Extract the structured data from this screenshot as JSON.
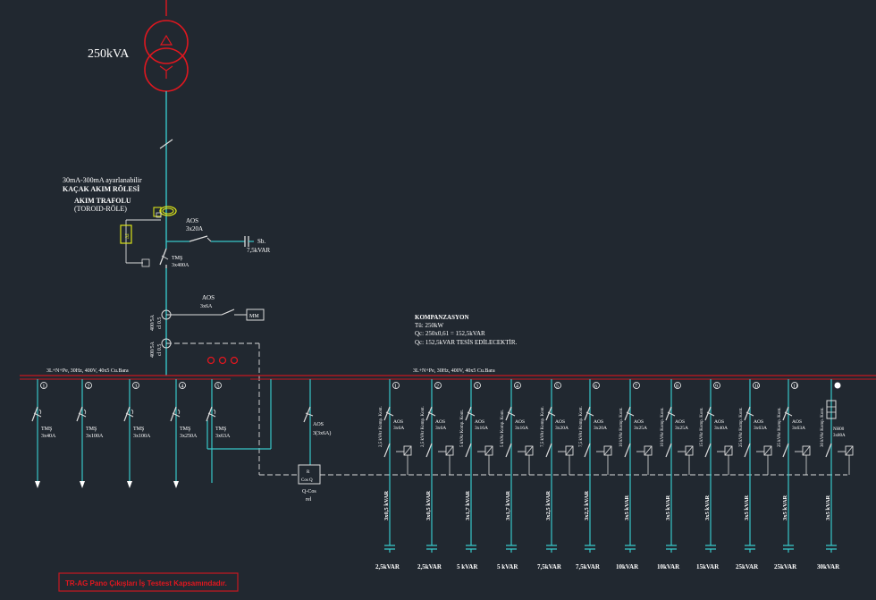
{
  "colors": {
    "background": "#212830",
    "feeder": "#38c6c8",
    "busbar": "#c8171f",
    "transformer": "#e0171f",
    "text": "#ffffff",
    "note_border": "#c8171f",
    "note_text": "#e0171f",
    "rcd_yellow": "#d9e21a",
    "hook": "#9aa2a8"
  },
  "transformer": {
    "rating": "250kVA"
  },
  "rcd": {
    "line1": "30mA-300mA ayarlanabilir",
    "line2": "KAÇAK AKIM RÖLESİ",
    "line3": "AKIM TRAFOLU",
    "line4": "(TOROID-RÖLE)"
  },
  "main_aos": {
    "label": "AOS",
    "rating": "3x20A"
  },
  "main_cap": {
    "label": "Sb.",
    "rating": "7,5kVAR"
  },
  "main_tms": {
    "label": "TMŞ",
    "rating": "3x400A"
  },
  "aux_aos": {
    "label": "AOS",
    "rating": "3x6A"
  },
  "meter_label": "MM",
  "ct1_label": "400/5A",
  "ct1_sub": "cl 0.5",
  "ct2_label": "400/5A",
  "ct2_sub": "cl 0.5",
  "kompanzasyon": {
    "title": "KOMPANZASYON",
    "line1": "Tü: 250kW",
    "line2": "Qc: 250x0,61 = 152,5kVAR",
    "line3": "Qc: 152,5kVAR TESİS EDİLECEKTİR."
  },
  "bus_left_label": "3L+N+Pe, 30Hz, 400V, 40x5 Cu.Bara",
  "bus_right_label": "3L+N+Pe, 30Hz, 400V, 40x5 Cu.Bara",
  "outgoing": [
    {
      "num": "1",
      "label": "TMŞ",
      "rating": "3x40A"
    },
    {
      "num": "2",
      "label": "TMŞ",
      "rating": "3x100A"
    },
    {
      "num": "3",
      "label": "TMŞ",
      "rating": "3x100A"
    },
    {
      "num": "4",
      "label": "TMŞ",
      "rating": "3x250A"
    },
    {
      "num": "5",
      "label": "TMŞ",
      "rating": "3x63A"
    }
  ],
  "reactive_relay": {
    "aos_label": "AOS",
    "aos_rating": "3(3x6A)",
    "box_top": "R",
    "box_bottom": "Cos Q",
    "sub1": "Q-Cos",
    "sub2": "rel"
  },
  "caps": [
    {
      "num": "1",
      "aos_rating": "3x6A",
      "contactor": "2,5 kVAr Komp. Kont.",
      "group": "3x0,5 kVAR",
      "kvar": "2,5kVAR"
    },
    {
      "num": "2",
      "aos_rating": "3x6A",
      "contactor": "2,5 kVAr Komp. Kont.",
      "group": "3x0,5 kVAR",
      "kvar": "2,5kVAR"
    },
    {
      "num": "3",
      "aos_rating": "3x16A",
      "contactor": "5 kVAr Komp. Kont.",
      "group": "3x1,7 kVAR",
      "kvar": "5 kVAR"
    },
    {
      "num": "4",
      "aos_rating": "3x16A",
      "contactor": "5 kVAr Komp. Kont.",
      "group": "3x1,7 kVAR",
      "kvar": "5 kVAR"
    },
    {
      "num": "5",
      "aos_rating": "3x20A",
      "contactor": "7,5 kVAr Komp. Kont.",
      "group": "3x2,5 kVAR",
      "kvar": "7,5kVAR"
    },
    {
      "num": "6",
      "aos_rating": "3x20A",
      "contactor": "7,5 kVAr Komp. Kont.",
      "group": "3x2,5 kVAR",
      "kvar": "7,5kVAR"
    },
    {
      "num": "7",
      "aos_rating": "3x25A",
      "contactor": "10 kVAr Komp. Kont.",
      "group": "3x5 kVAR",
      "kvar": "10kVAR"
    },
    {
      "num": "8",
      "aos_rating": "3x25A",
      "contactor": "10 kVAr Komp. Kont.",
      "group": "3x5 kVAR",
      "kvar": "10kVAR"
    },
    {
      "num": "9",
      "aos_rating": "3x40A",
      "contactor": "15 kVAr Komp. Kont.",
      "group": "3x5 kVAR",
      "kvar": "15kVAR"
    },
    {
      "num": "10",
      "aos_rating": "3x63A",
      "contactor": "25 kVAr Komp. Kont.",
      "group": "3x5 kVAR",
      "kvar": "25kVAR"
    },
    {
      "num": "11",
      "aos_rating": "3x63A",
      "contactor": "25 kVAr Komp. Kont.",
      "group": "3x5 kVAR",
      "kvar": "25kVAR"
    },
    {
      "num": "12",
      "aos_rating": "3x80A",
      "contactor": "30 kVAr Komp. Kont.",
      "group": "3x5 kVAR",
      "kvar": "30kVAR",
      "switch_label": "NH00",
      "switch_rating": "3x80A",
      "fused": true
    }
  ],
  "note": "TR-AG Pano Çıkışları İş Testest Kapsamındadır."
}
